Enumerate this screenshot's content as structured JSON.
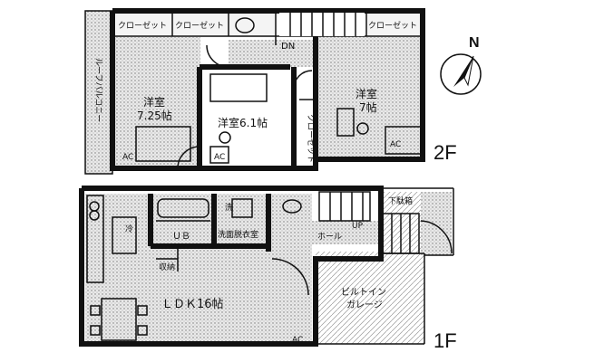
{
  "floors": {
    "upper": {
      "label": "2F",
      "rooms": {
        "western_a_name": "洋室",
        "western_a_size": "7.25帖",
        "western_b": "洋室6.1帖",
        "western_c_name": "洋室",
        "western_c_size": "7帖",
        "closet_1": "クローゼット",
        "closet_2": "クローゼット",
        "closet_3": "クローゼット",
        "closet_v": "クローゼット",
        "balcony": "ルーフバルコニー",
        "stair_down": "DN",
        "ac_1": "AC",
        "ac_2": "AC",
        "ac_3": "AC"
      }
    },
    "lower": {
      "label": "1F",
      "rooms": {
        "ldk": "ＬＤＫ16帖",
        "ub": "ＵＢ",
        "washroom": "洗面脱衣室",
        "hall": "ホール",
        "shoe_closet": "下駄箱",
        "garage": "ビルトイン\nガレージ",
        "storage": "収納",
        "stair_up": "UP",
        "fridge": "冷",
        "wash_machine": "洗",
        "ac": "AC"
      }
    }
  },
  "compass": {
    "label": "N",
    "icon": "north-arrow-icon"
  }
}
